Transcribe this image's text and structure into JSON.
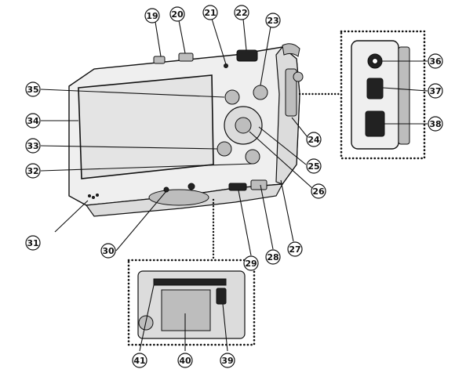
{
  "figure": "camera back and bottom view with numbered parts",
  "callouts": {
    "c19": "19",
    "c20": "20",
    "c21": "21",
    "c22": "22",
    "c23": "23",
    "c24": "24",
    "c25": "25",
    "c26": "26",
    "c27": "27",
    "c28": "28",
    "c29": "29",
    "c30": "30",
    "c31": "31",
    "c32": "32",
    "c33": "33",
    "c34": "34",
    "c35": "35",
    "c36": "36",
    "c37": "37",
    "c38": "38",
    "c39": "39",
    "c40": "40",
    "c41": "41"
  },
  "colors": {
    "ink": "#111111",
    "body": "#efefef",
    "shade": "#dcdcdc",
    "dark": "#222222",
    "screen": "#e4e4e4"
  }
}
